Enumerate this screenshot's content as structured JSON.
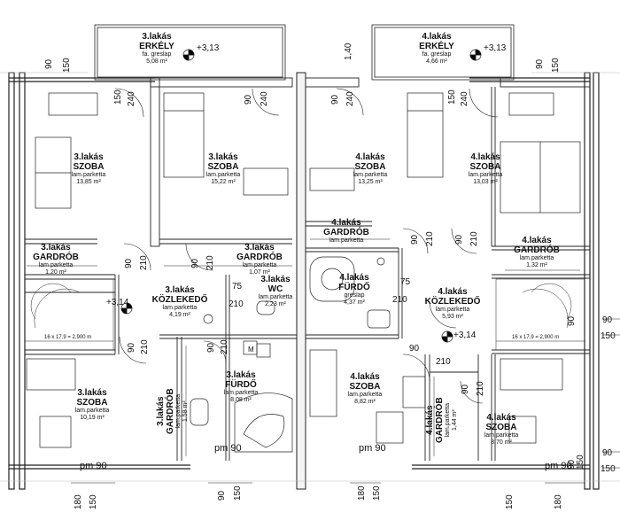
{
  "rooms": [
    {
      "id": "erkely3",
      "name": "3.lakás\nERKÉLY",
      "material": "fa. greslap",
      "area": "5,08 m²"
    },
    {
      "id": "erkely4",
      "name": "4.lakás\nERKÉLY",
      "material": "fa. greslap",
      "area": "4,66 m²"
    },
    {
      "id": "szoba3a",
      "name": "3.lakás\nSZOBA",
      "material": "lam.parketta",
      "area": "13,85 m²"
    },
    {
      "id": "szoba3b",
      "name": "3.lakás\nSZOBA",
      "material": "lam.parketta",
      "area": "15,22 m²"
    },
    {
      "id": "szoba4a",
      "name": "4.lakás\nSZOBA",
      "material": "lam.parketta",
      "area": "13,25 m²"
    },
    {
      "id": "szoba4b",
      "name": "4.lakás\nSZOBA",
      "material": "lam.parketta",
      "area": "13,03 m²"
    },
    {
      "id": "gardrob3a",
      "name": "3.lakás\nGARDRÓB",
      "material": "lam.parketta",
      "area": "1,20 m²"
    },
    {
      "id": "gardrob3b",
      "name": "3.lakás\nGARDRÓB",
      "material": "lam.parketta",
      "area": "1,07 m²"
    },
    {
      "id": "gardrob4a",
      "name": "4.lakás\nGARDRÓB",
      "material": "lam.parketta",
      "area": ""
    },
    {
      "id": "gardrob4b",
      "name": "4.lakás\nGARDRÓB",
      "material": "lam.parketta",
      "area": "1,32 m²"
    },
    {
      "id": "kozl3",
      "name": "3.lakás\nKÖZLEKEDŐ",
      "material": "lam.parketta",
      "area": "4,19 m²"
    },
    {
      "id": "wc3",
      "name": "3.lakás\nWC",
      "material": "lam.parketta",
      "area": "2,23 m²"
    },
    {
      "id": "furdo4",
      "name": "4.lakás\nFÜRDŐ",
      "material": "greslap",
      "area": "4,37 m²"
    },
    {
      "id": "kozl4",
      "name": "4.lakás\nKÖZLEKEDŐ",
      "material": "lam.parketta",
      "area": "5,93 m²"
    },
    {
      "id": "szoba3c",
      "name": "3.lakás\nSZOBA",
      "material": "lam.parketta",
      "area": "10,19 m²"
    },
    {
      "id": "furdo3",
      "name": "3.lakás\nFÜRDŐ",
      "material": "lam.parketta",
      "area": "8,08 m²"
    },
    {
      "id": "szoba4c",
      "name": "4.lakás\nSZOBA",
      "material": "lam.parketta",
      "area": "8,82 m²"
    },
    {
      "id": "szoba4d",
      "name": "4.lakás\nSZOBA",
      "material": "lam.parketta",
      "area": "8,70 m²"
    },
    {
      "id": "gardrob3c",
      "name": "3.lakás\nGARDRÓB",
      "material": "lam.parketta",
      "area": "1,58 m²"
    },
    {
      "id": "gardrob4c",
      "name": "4.lakás\nGARDRÓB",
      "material": "lam.parketta",
      "area": "1,44 m²"
    }
  ],
  "levels": [
    "+3,13",
    "+3,13",
    "+3,14",
    "+3,14"
  ],
  "dims": {
    "d90": "90",
    "d150": "150",
    "d240": "240",
    "d210": "210",
    "d75": "75",
    "d180": "180",
    "d140": "1,40",
    "pm90": "pm 90",
    "stair": "16 x 17,9 = 2,900 m",
    "m": "M"
  }
}
